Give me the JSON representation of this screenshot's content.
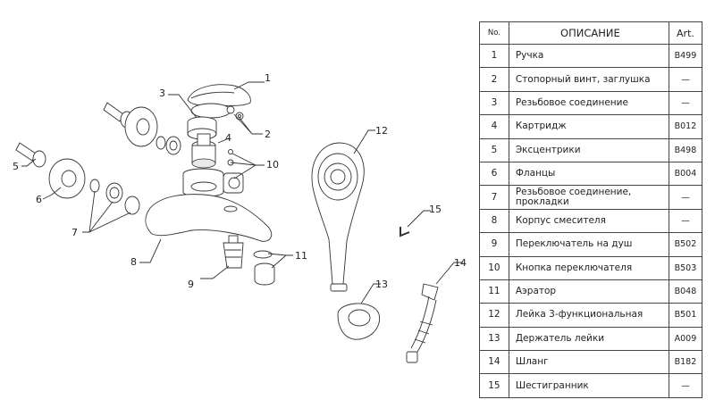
{
  "table": {
    "header": {
      "no": "No.",
      "description": "ОПИСАНИЕ",
      "art": "Art."
    },
    "rows": [
      {
        "no": "1",
        "description": "Ручка",
        "art": "B499"
      },
      {
        "no": "2",
        "description": "Стопорный винт, заглушка",
        "art": "—"
      },
      {
        "no": "3",
        "description": "Резьбовое соединение",
        "art": "—"
      },
      {
        "no": "4",
        "description": "Картридж",
        "art": "B012"
      },
      {
        "no": "5",
        "description": "Эксцентрики",
        "art": "B498"
      },
      {
        "no": "6",
        "description": "Фланцы",
        "art": "B004"
      },
      {
        "no": "7",
        "description": "Резьбовое соединение, прокладки",
        "art": "—"
      },
      {
        "no": "8",
        "description": "Корпус смесителя",
        "art": "—"
      },
      {
        "no": "9",
        "description": "Переключатель на душ",
        "art": "B502"
      },
      {
        "no": "10",
        "description": "Кнопка переключателя",
        "art": "B503"
      },
      {
        "no": "11",
        "description": "Аэратор",
        "art": "B048"
      },
      {
        "no": "12",
        "description": "Лейка 3-функциональная",
        "art": "B501"
      },
      {
        "no": "13",
        "description": "Держатель лейки",
        "art": "A009"
      },
      {
        "no": "14",
        "description": "Шланг",
        "art": "B182"
      },
      {
        "no": "15",
        "description": "Шестигранник",
        "art": "—"
      }
    ]
  },
  "callouts": [
    "1",
    "2",
    "3",
    "4",
    "5",
    "6",
    "7",
    "8",
    "9",
    "10",
    "11",
    "12",
    "13",
    "14",
    "15"
  ]
}
